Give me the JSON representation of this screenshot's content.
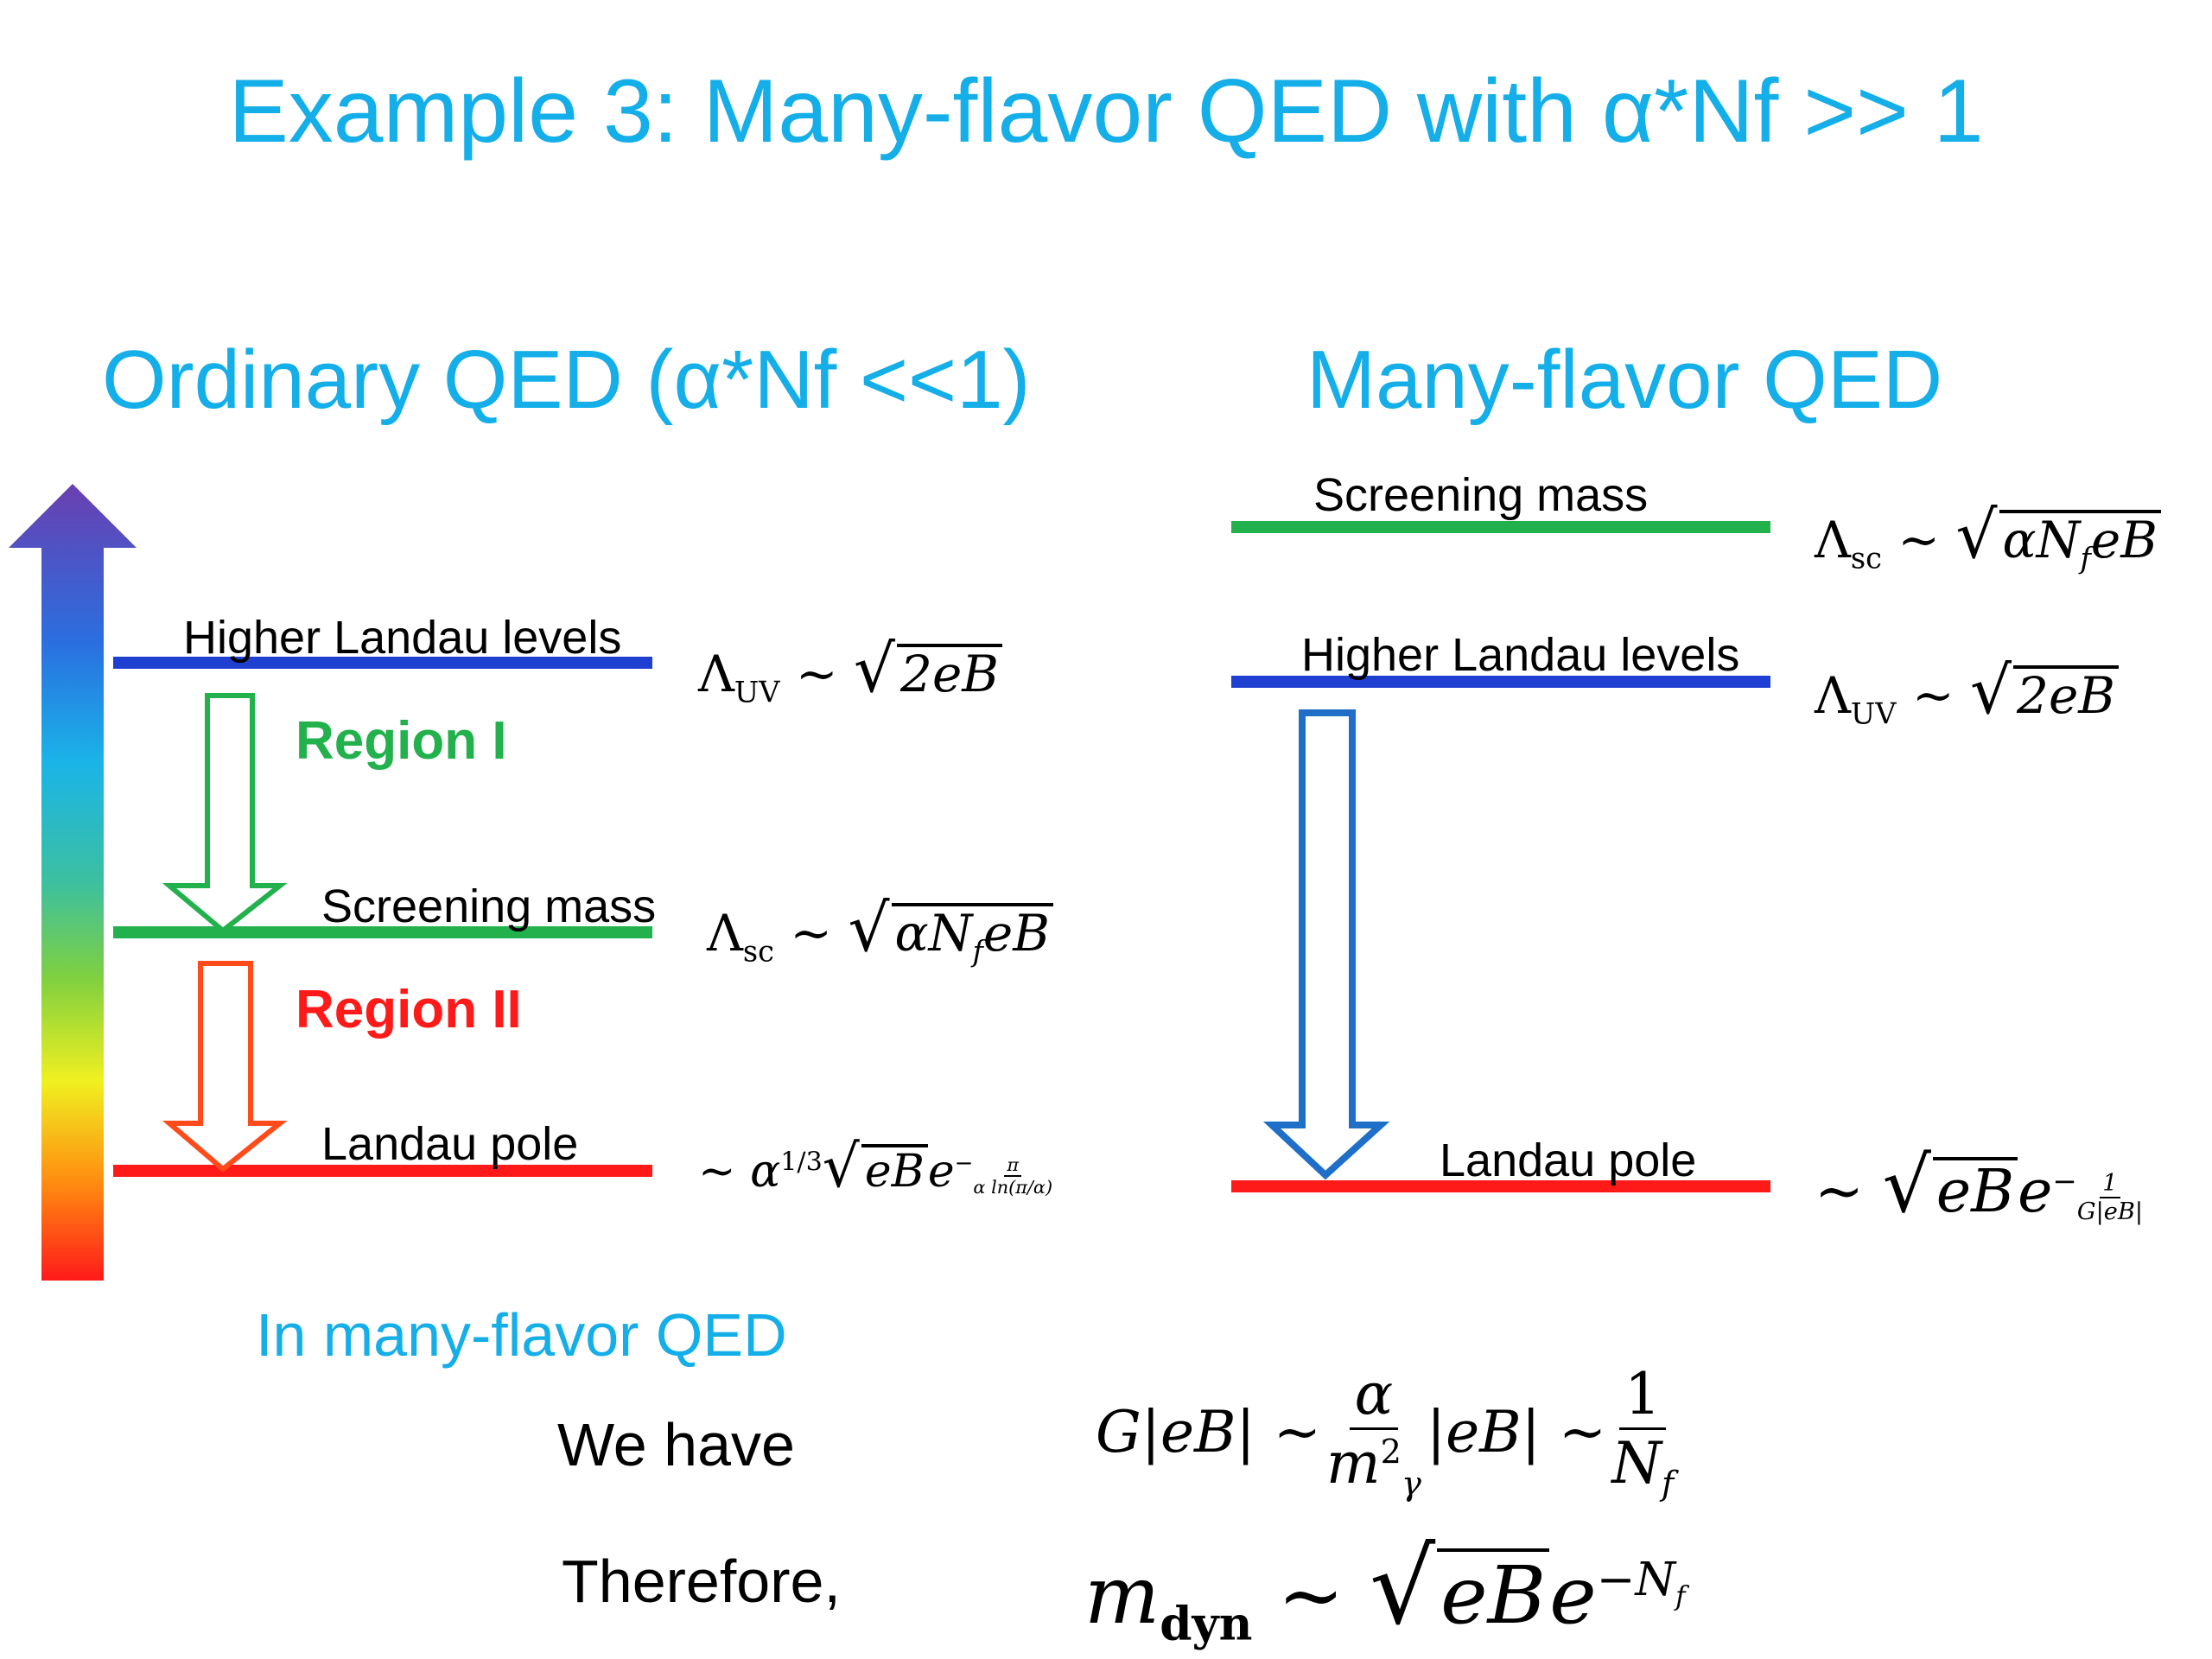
{
  "title": "Example 3: Many-flavor QED with α*Nf >> 1",
  "left": {
    "heading": "Ordinary QED (α*Nf <<1)",
    "levels": {
      "higher": "Higher Landau levels",
      "screening": "Screening mass",
      "pole": "Landau pole"
    },
    "regions": {
      "one": "Region I",
      "two": "Region II"
    },
    "formulas": {
      "uv_sym": "Λ",
      "uv_sub": "UV",
      "uv_rest": "~ ",
      "uv_root": "2eB",
      "sc_sym": "Λ",
      "sc_sub": "sc",
      "sc_rest": "~ ",
      "sc_root": "αN",
      "sc_root_sub": "f",
      "sc_root_tail": "eB",
      "pole_pre": "~ α",
      "pole_pow": "1/3",
      "pole_root": "eB",
      "pole_e": "e",
      "pole_exp_minus": "−",
      "pole_exp_num": "π",
      "pole_exp_den": "α ln(π/α)"
    }
  },
  "right": {
    "heading": "Many-flavor QED",
    "levels": {
      "screening": "Screening mass",
      "higher": "Higher Landau levels",
      "pole": "Landau pole"
    },
    "formulas": {
      "sc_sym": "Λ",
      "sc_sub": "sc",
      "sc_rest": "~ ",
      "sc_root": "αN",
      "sc_root_sub": "f",
      "sc_root_tail": "eB",
      "uv_sym": "Λ",
      "uv_sub": "UV",
      "uv_rest": "~ ",
      "uv_root": "2eB",
      "pole_pre": "~ ",
      "pole_root": "eB",
      "pole_e": "e",
      "pole_exp_minus": "−",
      "pole_exp_num": "1",
      "pole_exp_den": "G|eB|"
    }
  },
  "bottom": {
    "intro": "In many-flavor QED",
    "we_have": "We have",
    "therefore": "Therefore,",
    "eq1_lhs": "G|eB| ~ ",
    "eq1_num": "α",
    "eq1_den": "m",
    "eq1_den_sup": "2",
    "eq1_den_sub": "γ",
    "eq1_mid": "|eB| ~ ",
    "eq1_num2": "1",
    "eq1_den2": "N",
    "eq1_den2_sub": "f",
    "eq2_m": "m",
    "eq2_sub": "dyn",
    "eq2_mid": " ~ ",
    "eq2_root": "eB",
    "eq2_e": "e",
    "eq2_exp": "−N",
    "eq2_exp_sub": "f"
  },
  "colors": {
    "title_blue": "#14aee8",
    "green": "#22b14c",
    "red": "#ff1a1a",
    "blue_line": "#1f3fd0",
    "orange_arrow": "#ff4a1a",
    "blue_arrow": "#1f6fc8"
  }
}
